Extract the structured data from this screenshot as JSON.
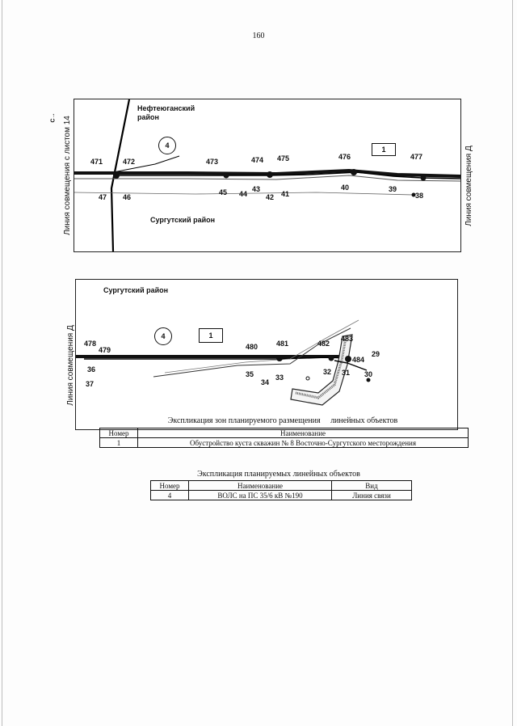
{
  "page_number": "160",
  "map1": {
    "left_label": "Линия совмещения с листом 14",
    "right_label": "Линия совмещения Д",
    "north": "С→",
    "region_top": "Нефтеюганский район",
    "region_bottom": "Сургутский район",
    "circle": "4",
    "square": "1",
    "points": [
      "471",
      "472",
      "47",
      "46",
      "473",
      "45",
      "44",
      "474",
      "43",
      "42",
      "475",
      "41",
      "476",
      "40",
      "39",
      "477",
      "38"
    ]
  },
  "map2": {
    "left_label": "Линия совмещения Д",
    "region": "Сургутский район",
    "circle": "4",
    "square": "1",
    "points": [
      "478",
      "479",
      "36",
      "37",
      "480",
      "35",
      "34",
      "481",
      "33",
      "482",
      "483",
      "484",
      "29",
      "32",
      "31",
      "30"
    ]
  },
  "table1": {
    "caption": "Экспликация зон планируемого размещения     линейных объектов",
    "headers": [
      "Номер",
      "Наименование"
    ],
    "rows": [
      [
        "1",
        "Обустройство куста скважин № 8 Восточно-Сургутского месторождения"
      ]
    ]
  },
  "table2": {
    "caption": "Экспликация планируемых линейных объектов",
    "headers": [
      "Номер",
      "Наименование",
      "Вид"
    ],
    "rows": [
      [
        "4",
        "ВОЛС на ПС 35/6 кВ №190",
        "Линия связи"
      ]
    ]
  }
}
